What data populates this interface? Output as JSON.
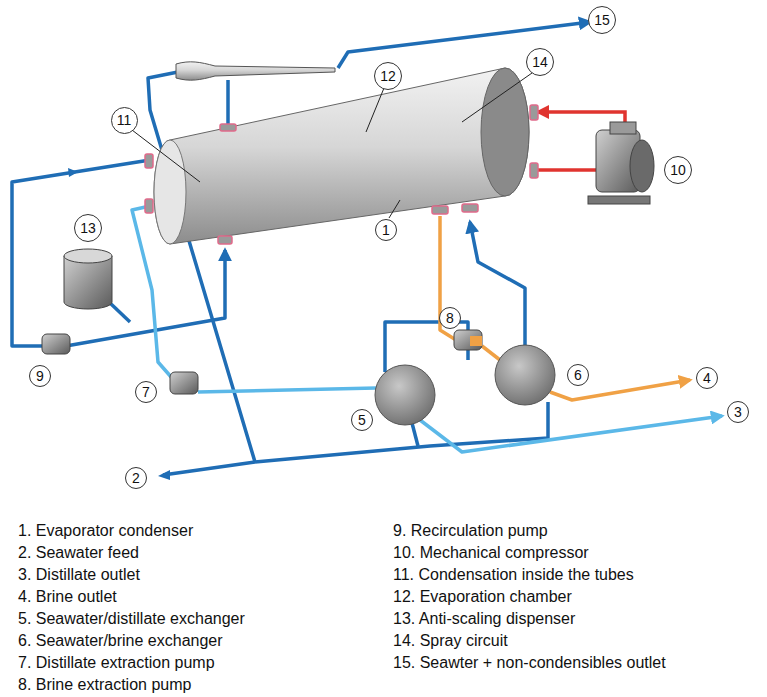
{
  "diagram": {
    "labels": [
      "15",
      "12",
      "14",
      "11",
      "10",
      "13",
      "1",
      "8",
      "6",
      "9",
      "7",
      "5",
      "4",
      "3",
      "2",
      "1. Evaporator condenser",
      "2. Seawater feed",
      "3. Distillate outlet",
      "4. Brine outlet",
      "5. Seawater/distillate exchanger",
      "6. Seawater/brine exchanger",
      "7. Distillate extraction pump",
      "8. Brine extraction pump",
      "9. Recirculation pump",
      "10. Mechanical compressor",
      "11. Condensation inside the tubes",
      "12. Evaporation chamber",
      "13. Anti-scaling dispenser",
      "14. Spray circuit",
      "15. Seawter + non-condensibles outlet"
    ]
  }
}
